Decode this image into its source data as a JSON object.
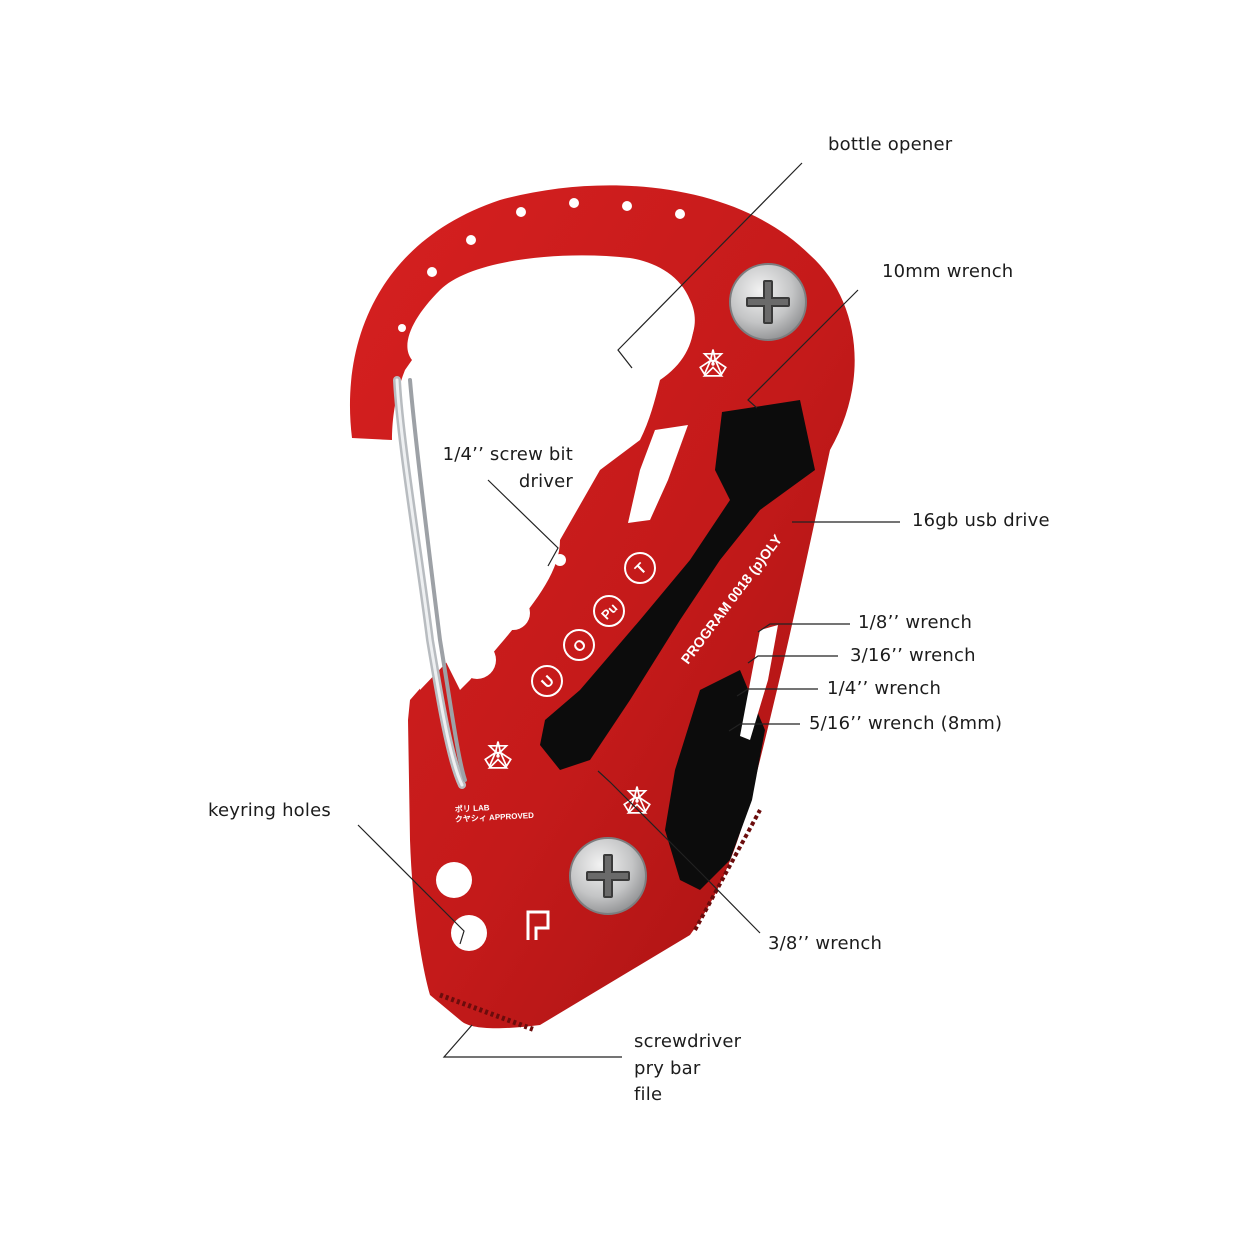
{
  "colors": {
    "body_red": "#c41a1a",
    "body_red_dark": "#9e1010",
    "cutout_black": "#0c0c0c",
    "screw_silver": "#c9cacb",
    "gate_steel": "#b8bcc0",
    "leader_line": "#222222",
    "label_text": "#1c1c1c"
  },
  "icons": [
    "phillips-screw-icon",
    "radiation-trefoil-icon",
    "brand-p-logo-icon"
  ],
  "labels": {
    "bottle_opener": "bottle opener",
    "wrench_10mm": "10mm wrench",
    "screw_bit_driver_line1": "1/4’’ screw bit",
    "screw_bit_driver_line2": "driver",
    "usb_drive": "16gb usb drive",
    "wrench_1_8": "1/8’’ wrench",
    "wrench_3_16": "3/16’’ wrench",
    "wrench_1_4": "1/4’’ wrench",
    "wrench_5_16": "5/16’’ wrench (8mm)",
    "keyring_holes": "keyring holes",
    "wrench_3_8": "3/8’’ wrench",
    "screwdriver": "screwdriver",
    "pry_bar": "pry bar",
    "file": "file"
  },
  "engraving": {
    "program_text": "PROGRAM 0018 (p)OLY",
    "symbols": [
      "U",
      "O",
      "Pu",
      "T"
    ],
    "lab_line1": "ポリ LAB",
    "lab_line2": "クヤシィ APPROVED"
  }
}
